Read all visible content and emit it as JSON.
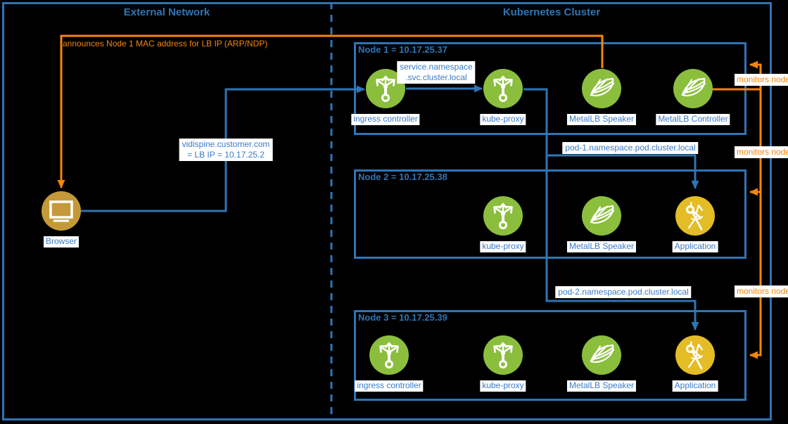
{
  "colors": {
    "background": "#000000",
    "blue": "#2E75B6",
    "blue_text": "#3A7BC8",
    "orange": "#F5850B",
    "green": "#8BBE3D",
    "gold_application": "#E4BC26",
    "gold_browser": "#C49939",
    "label_bg": "#FFFFFF"
  },
  "sections": {
    "external": {
      "title": "External Network"
    },
    "cluster": {
      "title": "Kubernetes Cluster"
    }
  },
  "browser": {
    "label": "Browser",
    "icon": "monitor-icon"
  },
  "nodes": [
    {
      "title": "Node 1 = 10.17.25.37",
      "components": [
        {
          "label": "ingress controller",
          "icon": "branch-arrows-icon"
        },
        {
          "label": "kube-proxy",
          "icon": "branch-arrows-icon"
        },
        {
          "label": "MetalLB Speaker",
          "icon": "web-icon"
        },
        {
          "label": "MetalLB Controller",
          "icon": "web-icon"
        }
      ]
    },
    {
      "title": "Node 2 = 10.17.25.38",
      "components": [
        {
          "label": "kube-proxy",
          "icon": "branch-arrows-icon"
        },
        {
          "label": "MetalLB Speaker",
          "icon": "web-icon"
        },
        {
          "label": "Application",
          "icon": "compass-icon"
        }
      ]
    },
    {
      "title": "Node 3 = 10.17.25.39",
      "components": [
        {
          "label": "ingress controller",
          "icon": "branch-arrows-icon"
        },
        {
          "label": "kube-proxy",
          "icon": "branch-arrows-icon"
        },
        {
          "label": "MetalLB Speaker",
          "icon": "web-icon"
        },
        {
          "label": "Application",
          "icon": "compass-icon"
        }
      ]
    }
  ],
  "edges": {
    "announce_label": "announces Node 1 MAC address for LB IP (ARP/NDP)",
    "vidispine_label_line1": "vidispine.customer.com",
    "vidispine_label_line2": "= LB IP = 10.17.25.2",
    "service_dns_line1": "service.namespace",
    "service_dns_line2": ".svc.cluster.local",
    "pod1_label": "pod-1.namespace.pod.cluster.local",
    "pod2_label": "pod-2.namespace.pod.cluster.local",
    "monitors_label_1": "monitors node",
    "monitors_label_2": "monitors node",
    "monitors_label_3": "monitors node"
  }
}
